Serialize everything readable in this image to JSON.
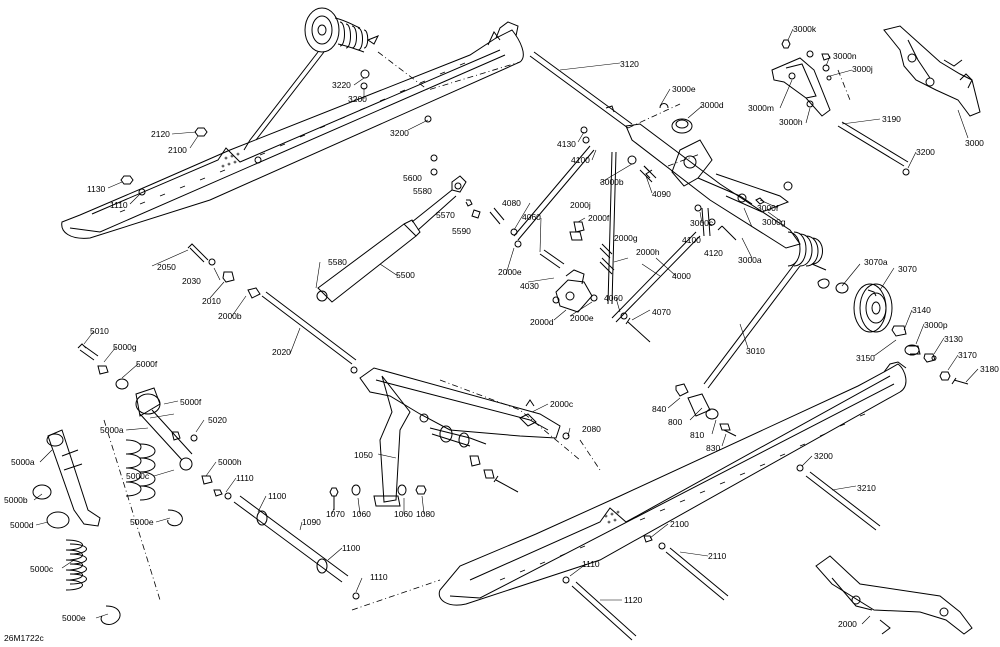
{
  "diagram": {
    "reference_code": "26M1722c",
    "line_color": "#000000",
    "background_color": "#ffffff",
    "callouts": [
      {
        "id": "3220",
        "text": "3220"
      },
      {
        "id": "3200a",
        "text": "3200"
      },
      {
        "id": "3200b",
        "text": "3200"
      },
      {
        "id": "2120",
        "text": "2120"
      },
      {
        "id": "2100a",
        "text": "2100"
      },
      {
        "id": "1130",
        "text": "1130"
      },
      {
        "id": "1110a",
        "text": "1110"
      },
      {
        "id": "3120",
        "text": "3120"
      },
      {
        "id": "3000k",
        "text": "3000k"
      },
      {
        "id": "3000n",
        "text": "3000n"
      },
      {
        "id": "3000j",
        "text": "3000j"
      },
      {
        "id": "3000e",
        "text": "3000e"
      },
      {
        "id": "3000d",
        "text": "3000d"
      },
      {
        "id": "3000m",
        "text": "3000m"
      },
      {
        "id": "3000h",
        "text": "3000h"
      },
      {
        "id": "3190",
        "text": "3190"
      },
      {
        "id": "3000",
        "text": "3000"
      },
      {
        "id": "3200c",
        "text": "3200"
      },
      {
        "id": "4130",
        "text": "4130"
      },
      {
        "id": "4100a",
        "text": "4100"
      },
      {
        "id": "5600",
        "text": "5600"
      },
      {
        "id": "5580a",
        "text": "5580"
      },
      {
        "id": "5570",
        "text": "5570"
      },
      {
        "id": "5590",
        "text": "5590"
      },
      {
        "id": "3000b",
        "text": "3000b"
      },
      {
        "id": "4090",
        "text": "4090"
      },
      {
        "id": "3000f",
        "text": "3000f"
      },
      {
        "id": "3000g",
        "text": "3000g"
      },
      {
        "id": "4080",
        "text": "4080"
      },
      {
        "id": "4060a",
        "text": "4060"
      },
      {
        "id": "2000j",
        "text": "2000j"
      },
      {
        "id": "2000f",
        "text": "2000f"
      },
      {
        "id": "3000c",
        "text": "3000c"
      },
      {
        "id": "4100b",
        "text": "4100"
      },
      {
        "id": "4120",
        "text": "4120"
      },
      {
        "id": "2000g",
        "text": "2000g"
      },
      {
        "id": "2000h",
        "text": "2000h"
      },
      {
        "id": "3000a",
        "text": "3000a"
      },
      {
        "id": "3070a",
        "text": "3070a"
      },
      {
        "id": "3070",
        "text": "3070"
      },
      {
        "id": "2050",
        "text": "2050"
      },
      {
        "id": "2030",
        "text": "2030"
      },
      {
        "id": "5580b",
        "text": "5580"
      },
      {
        "id": "5500",
        "text": "5500"
      },
      {
        "id": "2000e1",
        "text": "2000e"
      },
      {
        "id": "4030",
        "text": "4030"
      },
      {
        "id": "4000",
        "text": "4000"
      },
      {
        "id": "2010",
        "text": "2010"
      },
      {
        "id": "2000b",
        "text": "2000b"
      },
      {
        "id": "2000d",
        "text": "2000d"
      },
      {
        "id": "2000e2",
        "text": "2000e"
      },
      {
        "id": "4060b",
        "text": "4060"
      },
      {
        "id": "4070",
        "text": "4070"
      },
      {
        "id": "3140",
        "text": "3140"
      },
      {
        "id": "3000p",
        "text": "3000p"
      },
      {
        "id": "3130",
        "text": "3130"
      },
      {
        "id": "3170",
        "text": "3170"
      },
      {
        "id": "3150",
        "text": "3150"
      },
      {
        "id": "3180",
        "text": "3180"
      },
      {
        "id": "5010",
        "text": "5010"
      },
      {
        "id": "5000g",
        "text": "5000g"
      },
      {
        "id": "2020",
        "text": "2020"
      },
      {
        "id": "3010",
        "text": "3010"
      },
      {
        "id": "5000f1",
        "text": "5000f"
      },
      {
        "id": "5000f2",
        "text": "5000f"
      },
      {
        "id": "5020",
        "text": "5020"
      },
      {
        "id": "5000a1",
        "text": "5000a"
      },
      {
        "id": "2000c",
        "text": "2000c"
      },
      {
        "id": "840",
        "text": "840"
      },
      {
        "id": "800",
        "text": "800"
      },
      {
        "id": "810",
        "text": "810"
      },
      {
        "id": "830",
        "text": "830"
      },
      {
        "id": "2080",
        "text": "2080"
      },
      {
        "id": "5000a2",
        "text": "5000a"
      },
      {
        "id": "1050",
        "text": "1050"
      },
      {
        "id": "5000c1",
        "text": "5000c"
      },
      {
        "id": "5000h",
        "text": "5000h"
      },
      {
        "id": "1110b",
        "text": "1110"
      },
      {
        "id": "3200d",
        "text": "3200"
      },
      {
        "id": "3210",
        "text": "3210"
      },
      {
        "id": "5000b",
        "text": "5000b"
      },
      {
        "id": "1100a",
        "text": "1100"
      },
      {
        "id": "1070",
        "text": "1070"
      },
      {
        "id": "1060a",
        "text": "1060"
      },
      {
        "id": "1060b",
        "text": "1060"
      },
      {
        "id": "1080",
        "text": "1080"
      },
      {
        "id": "5000d",
        "text": "5000d"
      },
      {
        "id": "5000e1",
        "text": "5000e"
      },
      {
        "id": "1090",
        "text": "1090"
      },
      {
        "id": "2100b",
        "text": "2100"
      },
      {
        "id": "1100b",
        "text": "1100"
      },
      {
        "id": "2110",
        "text": "2110"
      },
      {
        "id": "5000c2",
        "text": "5000c"
      },
      {
        "id": "1110c",
        "text": "1110"
      },
      {
        "id": "1110d",
        "text": "1110"
      },
      {
        "id": "1120",
        "text": "1120"
      },
      {
        "id": "5000e2",
        "text": "5000e"
      },
      {
        "id": "2000",
        "text": "2000"
      }
    ]
  }
}
